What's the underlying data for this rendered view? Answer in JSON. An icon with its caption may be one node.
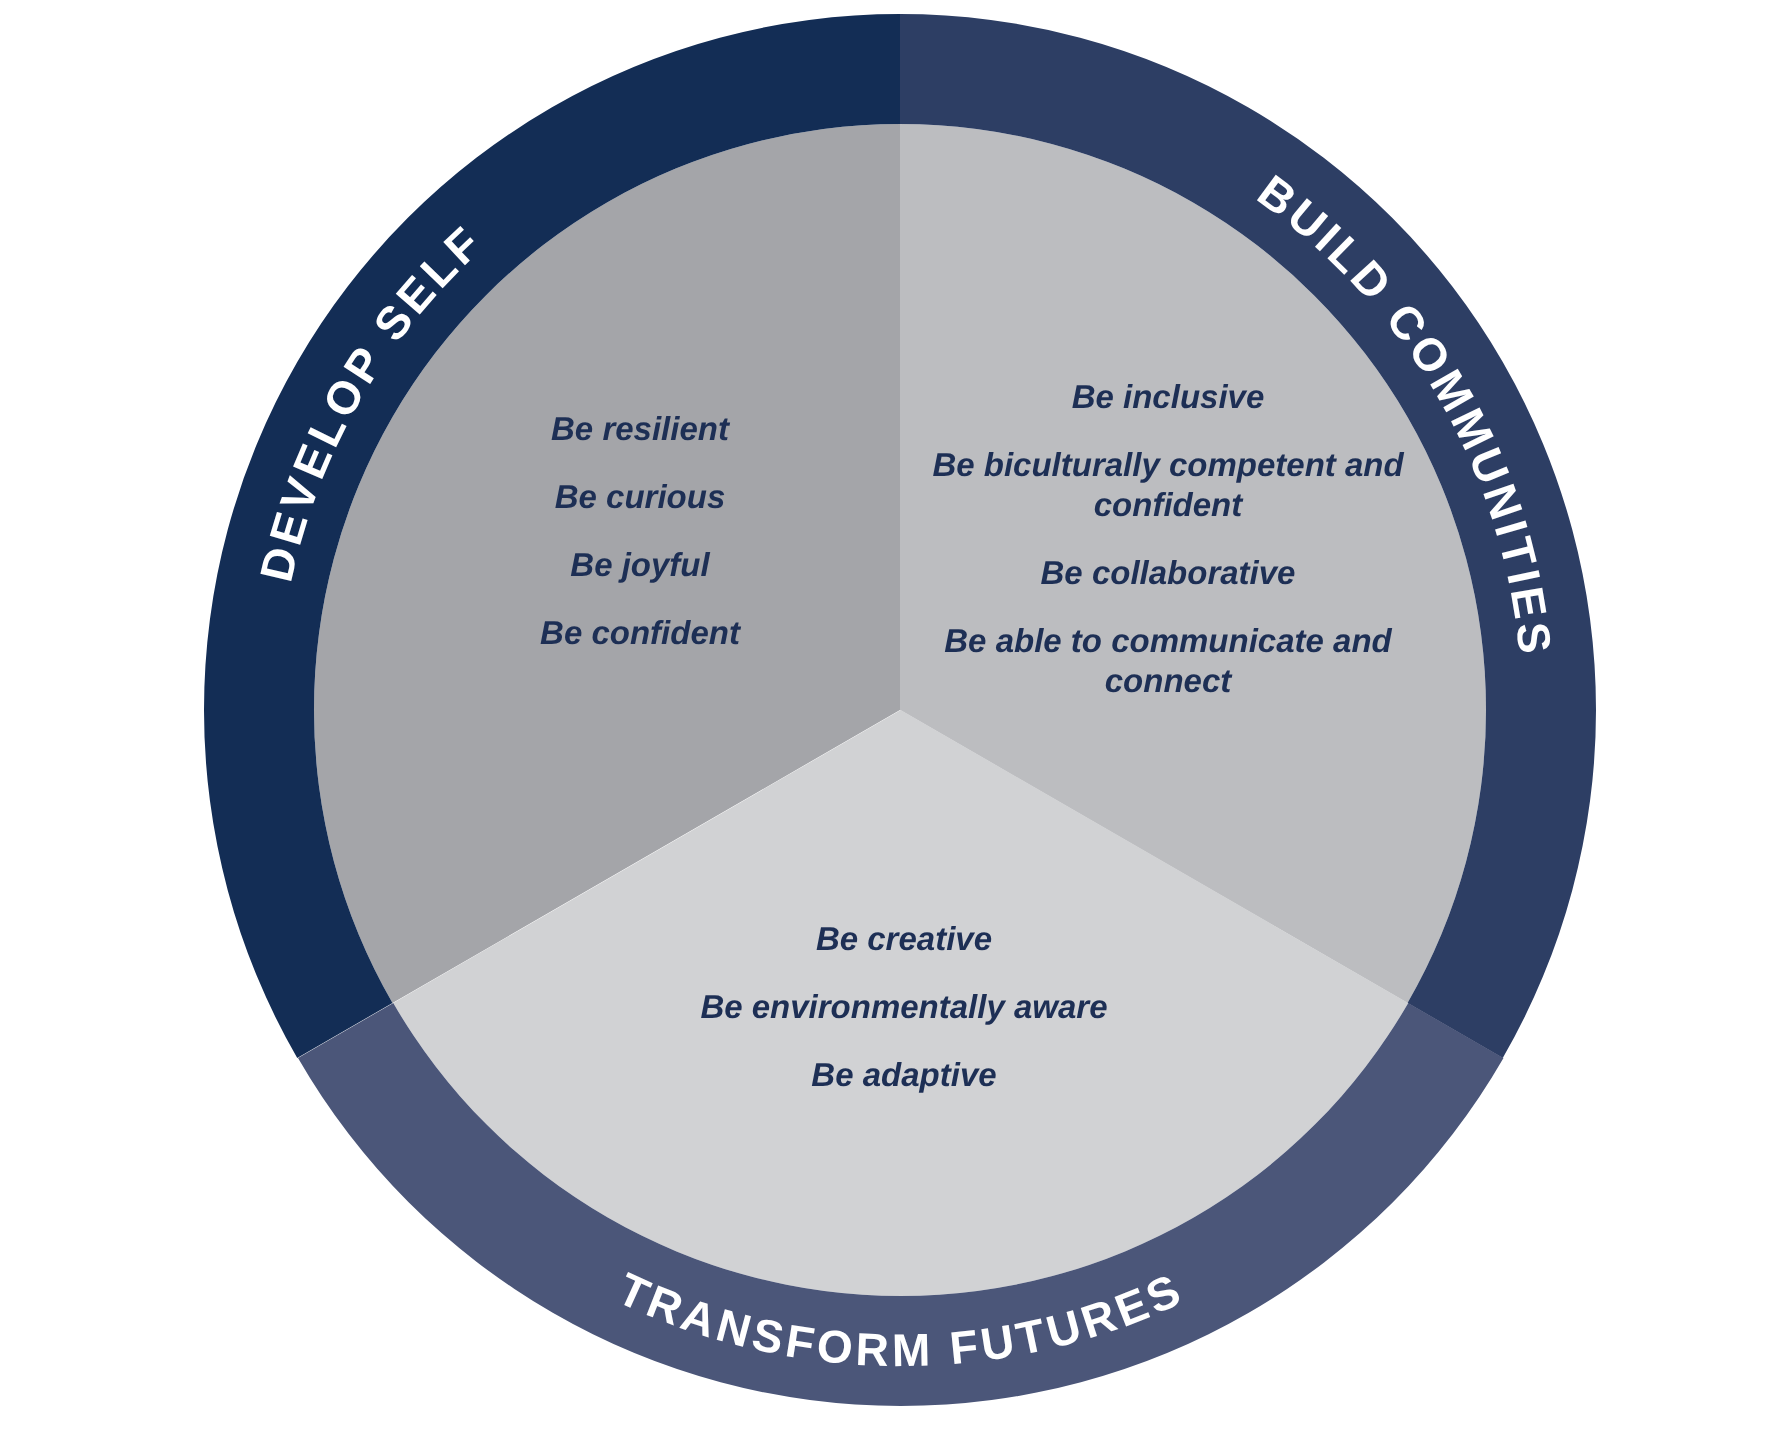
{
  "diagram": {
    "nodes": [
      {
        "text": [
          "DEVELOP SELF",
          "Be resilient",
          "Be curious",
          "Be joyful",
          "Be confident"
        ]
      },
      {
        "text": [
          "BUILD COMMUNITIES",
          "Be inclusive",
          "Be biculturally competent and confident",
          "Be collaborative",
          "Be able to communicate and connect"
        ]
      },
      {
        "text": [
          "TRANSFORM FUTURES",
          "Be creative",
          "Be environmentally aware",
          "Be adaptive"
        ]
      }
    ]
  }
}
